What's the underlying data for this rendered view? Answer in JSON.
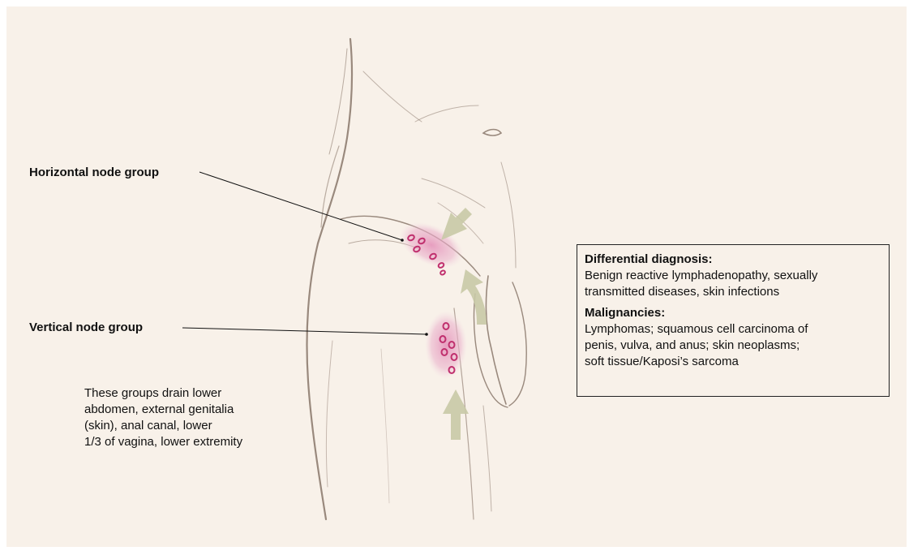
{
  "labels": {
    "horizontal": "Horizontal node group",
    "vertical": "Vertical node group"
  },
  "drain_note": [
    "These groups drain lower",
    "abdomen, external genitalia",
    "(skin), anal canal, lower",
    "1/3 of vagina, lower extremity"
  ],
  "differential_box": {
    "heading": "Differential diagnosis:",
    "lines": [
      "Benign reactive lymphadenopathy, sexually",
      "transmitted diseases, skin infections"
    ],
    "malignancies_heading": "Malignancies:",
    "malignancies_lines": [
      "Lymphomas; squamous cell carcinoma of",
      "penis, vulva, and anus; skin neoplasms;",
      "soft tissue/Kaposi’s sarcoma"
    ]
  },
  "colors": {
    "background": "#f8f1e9",
    "sketch_line": "#7a6558",
    "node_highlight": "#e59cc0",
    "node_outline": "#c0306e",
    "arrow": "#c8c9a6"
  }
}
